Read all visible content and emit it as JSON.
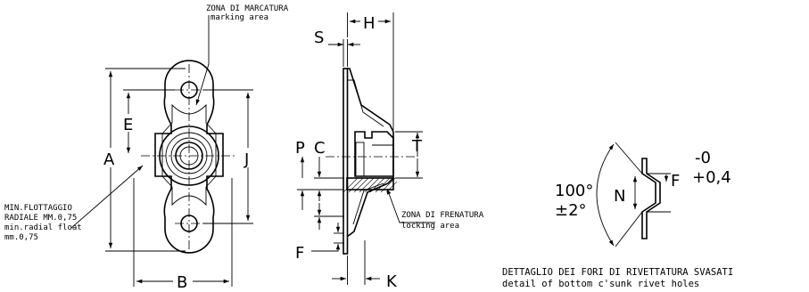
{
  "labels": {
    "A": "A",
    "B": "B",
    "E": "E",
    "J": "J",
    "S": "S",
    "H": "H",
    "P": "P",
    "C": "C",
    "T": "T",
    "F": "F",
    "K": "K",
    "N": "N"
  },
  "notes": {
    "marking_it": "ZONA DI MARCATURA",
    "marking_en": "marking area",
    "locking_it": "ZONA DI FRENATURA",
    "locking_en": "locking area",
    "float_line1": "MIN.FLOTTAGGIO",
    "float_line2": "RADIALE MM.0,75",
    "float_line3": "min.radial float",
    "float_line4": "mm.0,75"
  },
  "detail": {
    "angle": "100°",
    "angle_tol": "±2°",
    "f_label": "F",
    "tol_upper": "-0",
    "tol_lower": "+0,4",
    "caption_it": "DETTAGLIO DEI FORI DI RIVETTATURA SVASATI",
    "caption_en": "detail of bottom c'sunk rivet holes"
  }
}
